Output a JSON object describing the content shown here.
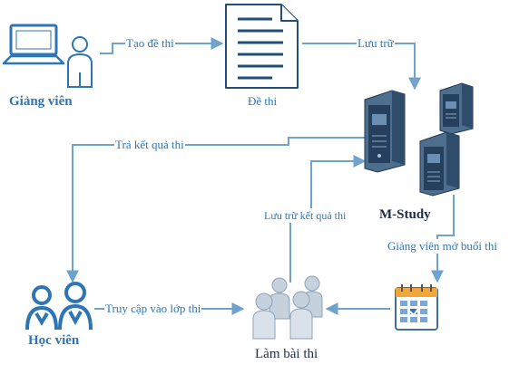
{
  "colors": {
    "arrow": "#6fa3cd",
    "label": "#2e75b6",
    "dark_label": "#1f2a44",
    "icon_blue": "#2e75b6",
    "server": "#2f4d6b",
    "person_gray": "#b9c6d3"
  },
  "nodes": {
    "teacher": {
      "label": "Giảng viên",
      "icon": "laptop-and-person-icon"
    },
    "exam": {
      "label": "Đề thi",
      "icon": "document-icon"
    },
    "server": {
      "label": "M-Study",
      "icon": "server-icon"
    },
    "students": {
      "label": "Học viên",
      "icon": "students-icon"
    },
    "exam_taking": {
      "label": "Làm bài thi",
      "icon": "group-people-icon"
    },
    "calendar": {
      "icon": "calendar-icon"
    }
  },
  "edges": {
    "create_exam": "Tạo đề thi",
    "store": "Lưu trữ",
    "return_result": "Trả kết quả thi",
    "store_result": "Lưu trữ kết quả thi",
    "open_session": "Giảng viên mở buổi thi",
    "access_class": "Truy cập vào lớp thi"
  }
}
